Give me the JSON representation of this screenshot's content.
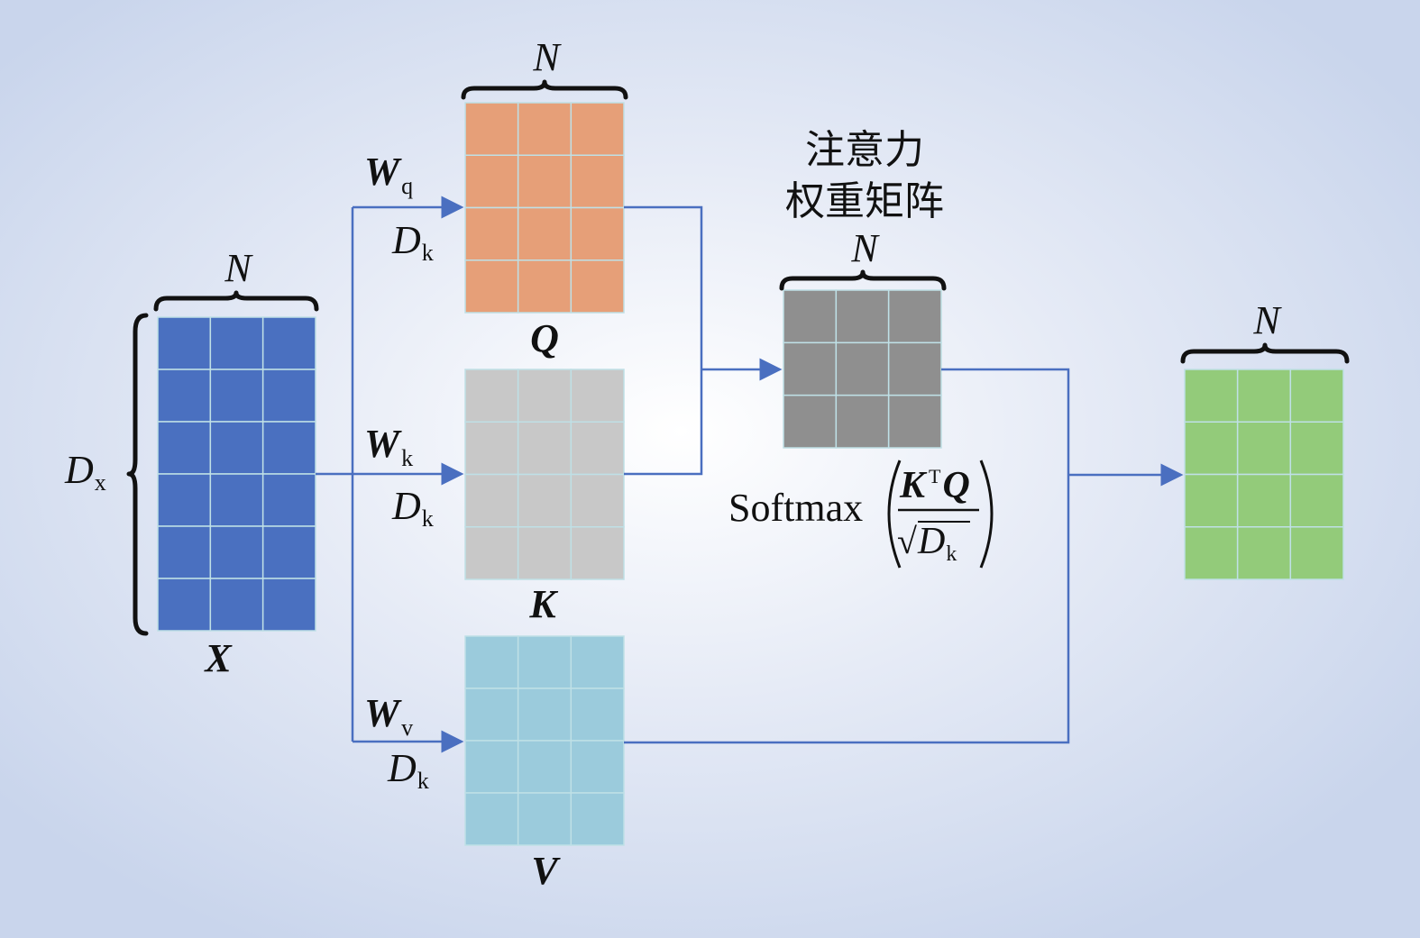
{
  "labels": {
    "N": "N",
    "X": "X",
    "Dx_main": "D",
    "Dx_sub": "x",
    "Q": "Q",
    "K": "K",
    "V": "V",
    "Wq_main": "W",
    "Wq_sub": "q",
    "Wk_main": "W",
    "Wk_sub": "k",
    "Wv_main": "W",
    "Wv_sub": "v",
    "Dk_main": "D",
    "Dk_sub": "k",
    "attn_line1": "注意力",
    "attn_line2": "权重矩阵",
    "softmax": "Softmax",
    "formula_K": "K",
    "formula_T": "T",
    "formula_Q": "Q",
    "formula_sqrt": "√",
    "formula_D": "D",
    "formula_k": "k"
  },
  "colors": {
    "X": "#4a70c0",
    "Q": "#e69f78",
    "K": "#c8c8c8",
    "V": "#9bcbdc",
    "A": "#8f8f8f",
    "out": "#93cb7a",
    "arrow": "#4a6fc0",
    "grid": "#bfe0e6",
    "bracket": "#111111"
  },
  "matrices": {
    "X": {
      "rows": 6,
      "cols": 3
    },
    "Q": {
      "rows": 4,
      "cols": 3
    },
    "K": {
      "rows": 4,
      "cols": 3
    },
    "V": {
      "rows": 4,
      "cols": 3
    },
    "A": {
      "rows": 3,
      "cols": 3
    },
    "out": {
      "rows": 4,
      "cols": 3
    }
  }
}
